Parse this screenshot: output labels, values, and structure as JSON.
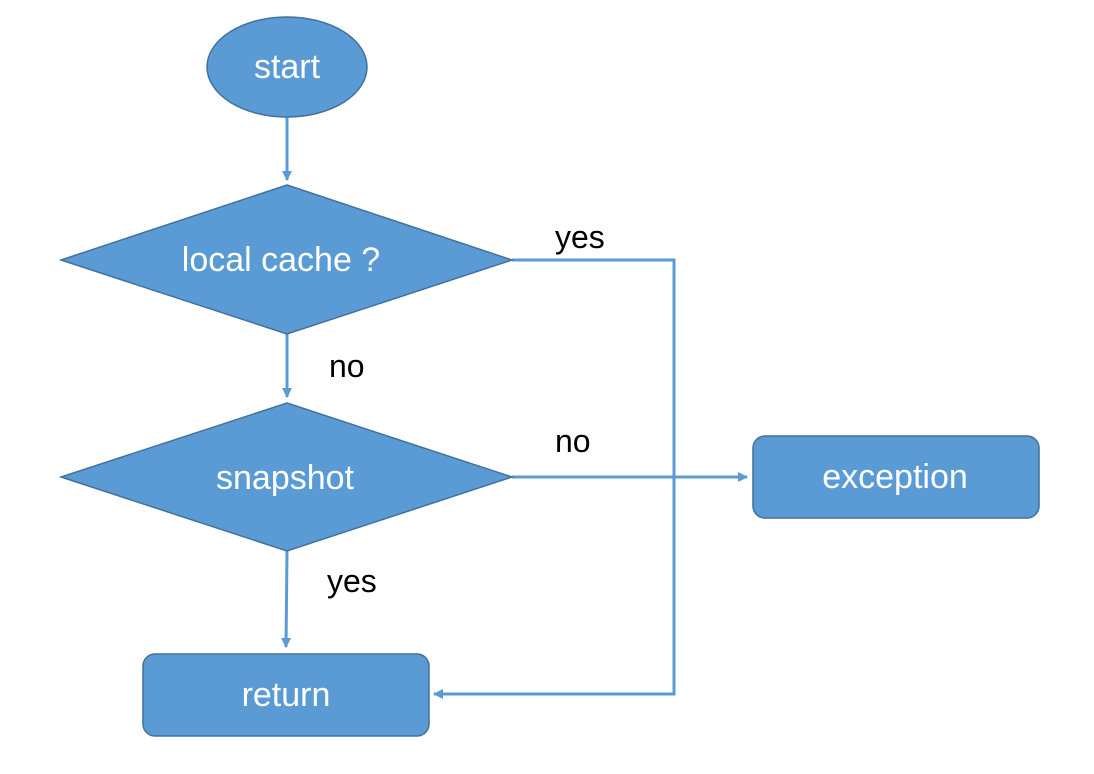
{
  "colors": {
    "node_fill": "#5b9bd5",
    "node_border": "#41719c",
    "edge": "#5b9bd5",
    "node_text": "#ffffff",
    "edge_label": "#000000"
  },
  "nodes": {
    "start": {
      "label": "start",
      "shape": "ellipse"
    },
    "local_cache": {
      "label": "local cache ?",
      "shape": "diamond"
    },
    "snapshot": {
      "label": "snapshot",
      "shape": "diamond"
    },
    "exception": {
      "label": "exception",
      "shape": "rounded-rectangle"
    },
    "return": {
      "label": "return",
      "shape": "rounded-rectangle"
    }
  },
  "edges": {
    "start_to_local_cache": {
      "from": "start",
      "to": "local_cache",
      "label": ""
    },
    "local_cache_no": {
      "from": "local_cache",
      "to": "snapshot",
      "label": "no"
    },
    "local_cache_yes": {
      "from": "local_cache",
      "to": "return",
      "label": "yes"
    },
    "snapshot_no": {
      "from": "snapshot",
      "to": "exception",
      "label": "no"
    },
    "snapshot_yes": {
      "from": "snapshot",
      "to": "return",
      "label": "yes"
    }
  }
}
